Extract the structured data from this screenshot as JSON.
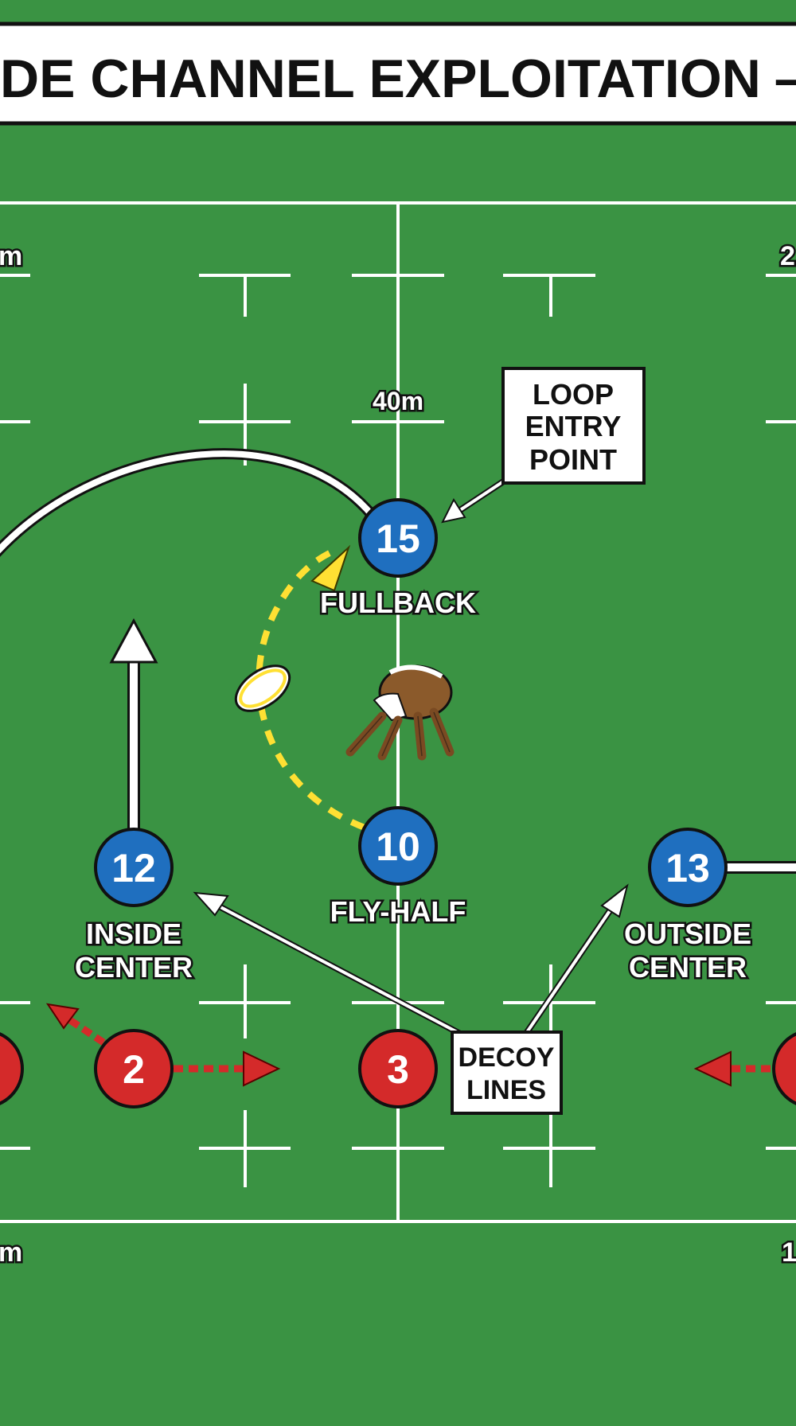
{
  "title": "DE CHANNEL EXPLOITATION — F",
  "distance_labels": {
    "top_left": "m",
    "top_right": "2",
    "mid_center": "40m",
    "bottom_left": "m",
    "bottom_right": "1"
  },
  "callouts": {
    "loop_entry": [
      "LOOP",
      "ENTRY",
      "POINT"
    ],
    "decoy_lines": [
      "DECOY",
      "LINES"
    ]
  },
  "attack_players": {
    "fullback": {
      "number": "15",
      "label": [
        "FULLBACK"
      ]
    },
    "fly_half": {
      "number": "10",
      "label": [
        "FLY-HALF"
      ]
    },
    "inside_center": {
      "number": "12",
      "label": [
        "INSIDE",
        "CENTER"
      ]
    },
    "outside_center": {
      "number": "13",
      "label": [
        "OUTSIDE",
        "CENTER"
      ]
    }
  },
  "defense_players": {
    "left_edge": {
      "number": ""
    },
    "d2": {
      "number": "2"
    },
    "d3": {
      "number": "3"
    },
    "right_edge": {
      "number": ""
    }
  },
  "colors": {
    "pitch": "#3a9343",
    "attack": "#1f6fbf",
    "defense": "#d42a2a",
    "pass_path": "#ffe033",
    "lines": "#ffffff"
  },
  "icons": {
    "ball": "rugby-ball-icon",
    "ruck": "ruck-player-icon"
  }
}
